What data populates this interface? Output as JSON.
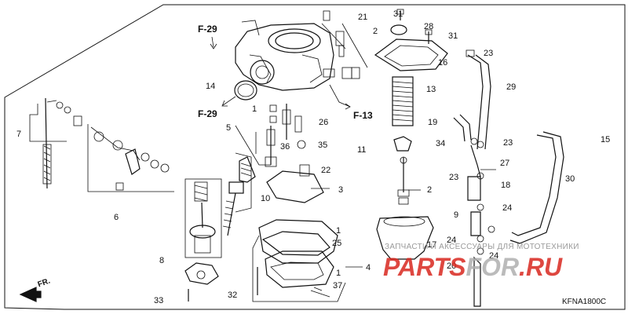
{
  "diagram": {
    "code": "KFNA1800C",
    "front_marker": "FR.",
    "references": [
      "F-29",
      "F-29",
      "F-13"
    ],
    "part_labels": {
      "p1a": "1",
      "p1b": "1",
      "p1c": "1",
      "p2a": "2",
      "p2b": "2",
      "p3": "3",
      "p4": "4",
      "p5": "5",
      "p6": "6",
      "p7": "7",
      "p8": "8",
      "p9": "9",
      "p10": "10",
      "p11": "11",
      "p13": "13",
      "p14": "14",
      "p15": "15",
      "p16": "16",
      "p17": "17",
      "p18": "18",
      "p19": "19",
      "p20": "20",
      "p21": "21",
      "p22": "22",
      "p23a": "23",
      "p23b": "23",
      "p23c": "23",
      "p24a": "24",
      "p24b": "24",
      "p24c": "24",
      "p25": "25",
      "p26": "26",
      "p27": "27",
      "p28": "28",
      "p29": "29",
      "p30": "30",
      "p31a": "31",
      "p31b": "31",
      "p32": "32",
      "p33": "33",
      "p34": "34",
      "p35": "35",
      "p36": "36",
      "p37": "37"
    }
  },
  "watermark": {
    "tagline": "ЗАПЧАСТИ И АКСЕССУАРЫ ДЛЯ МОТОТЕХНИКИ",
    "brand_red": "PARTS",
    "brand_mid": "FOR",
    "brand_tld": ".RU"
  },
  "colors": {
    "line": "#111111",
    "watermark_red": "#d9281f",
    "watermark_gray": "#9a9a9a"
  }
}
